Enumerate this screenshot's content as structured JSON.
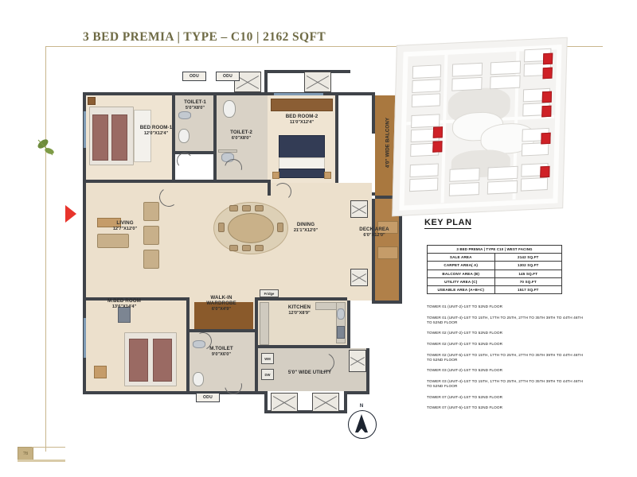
{
  "title": "3 BED PREMIA | TYPE – C10 | 2162 SQFT",
  "page_number": "78",
  "keyplan": {
    "label": "KEY PLAN"
  },
  "compass": {
    "north": "N"
  },
  "area_table": {
    "header": "3 BED PREMIA  |  TYPE C10  |  WEST FACING",
    "rows": [
      {
        "key": "SALE AREA",
        "value": "2142 SQ.FT"
      },
      {
        "key": "CARPET AREA( A)",
        "value": "1302 SQ.FT"
      },
      {
        "key": "BALCONY AREA (B)",
        "value": "145 SQ.FT"
      },
      {
        "key": "UTILITY AREA (C)",
        "value": "70 SQ.FT"
      },
      {
        "key": "USEABLE AREA (A+B+C)",
        "value": "1517 SQ.FT"
      }
    ]
  },
  "tower_notes": [
    "TOWER 01 (UNIT-2)-1ST TO 52ND FLOOR",
    "TOWER 01 (UNIT-4)-1ST TO 15TH, 17TH TO 25TH, 27TH TO 35TH 39TH TO 44TH 46TH TO 52ND FLOOR",
    "TOWER 02 (UNIT-2)-1ST TO 52ND FLOOR",
    "TOWER 02 (UNIT-3)-1ST TO 52ND FLOOR",
    "TOWER 02 (UNIT-5)-1ST TO 15TH, 17TH TO 25TH, 27TH TO 35TH 39TH TO 44TH 46TH TO 52ND FLOOR",
    "TOWER 03 (UNIT-2)-1ST TO 52ND FLOOR",
    "TOWER 03 (UNIT-4)-1ST TO 15TH, 17TH TO 25TH, 27TH TO 35TH 39TH TO 44TH 46TH TO 52ND FLOOR",
    "TOWER 07 (UNIT-4)-1ST TO 52ND FLOOR",
    "TOWER 07 (UNIT-5)-1ST TO 52ND FLOOR"
  ],
  "rooms": [
    {
      "name": "BED ROOM-1",
      "dim": "12'0\"X12'4\""
    },
    {
      "name": "BED ROOM-2",
      "dim": "11'0\"X12'4\""
    },
    {
      "name": "TOILET-1",
      "dim": "5'0\"X8'0\""
    },
    {
      "name": "TOILET-2",
      "dim": "6'0\"X8'0\""
    },
    {
      "name": "LIVING",
      "dim": "12'7\"X12'0\""
    },
    {
      "name": "DINING",
      "dim": "21'1\"X12'0\""
    },
    {
      "name": "DECK AREA",
      "dim": "6'0\"X12'0\""
    },
    {
      "name": "M.BED ROOM",
      "dim": "13'6\"X14'4\""
    },
    {
      "name": "WALK-IN WARDROBE",
      "dim": "6'0\"X4'9\""
    },
    {
      "name": "M.TOILET",
      "dim": "9'0\"X6'0\""
    },
    {
      "name": "KITCHEN",
      "dim": "12'0\"X8'9\""
    }
  ],
  "plan_tags": {
    "balcony": "4'0\" WIDE BALCONY",
    "utility": "5'0\" WIDE UTILITY",
    "odu1": "ODU",
    "odu2": "ODU",
    "odu3": "ODU",
    "fridge": "Fridge",
    "wm": "WM",
    "dw": "DW",
    "wardrobe_line1": "WALK-IN",
    "wardrobe_line2": "WARDROBE"
  }
}
